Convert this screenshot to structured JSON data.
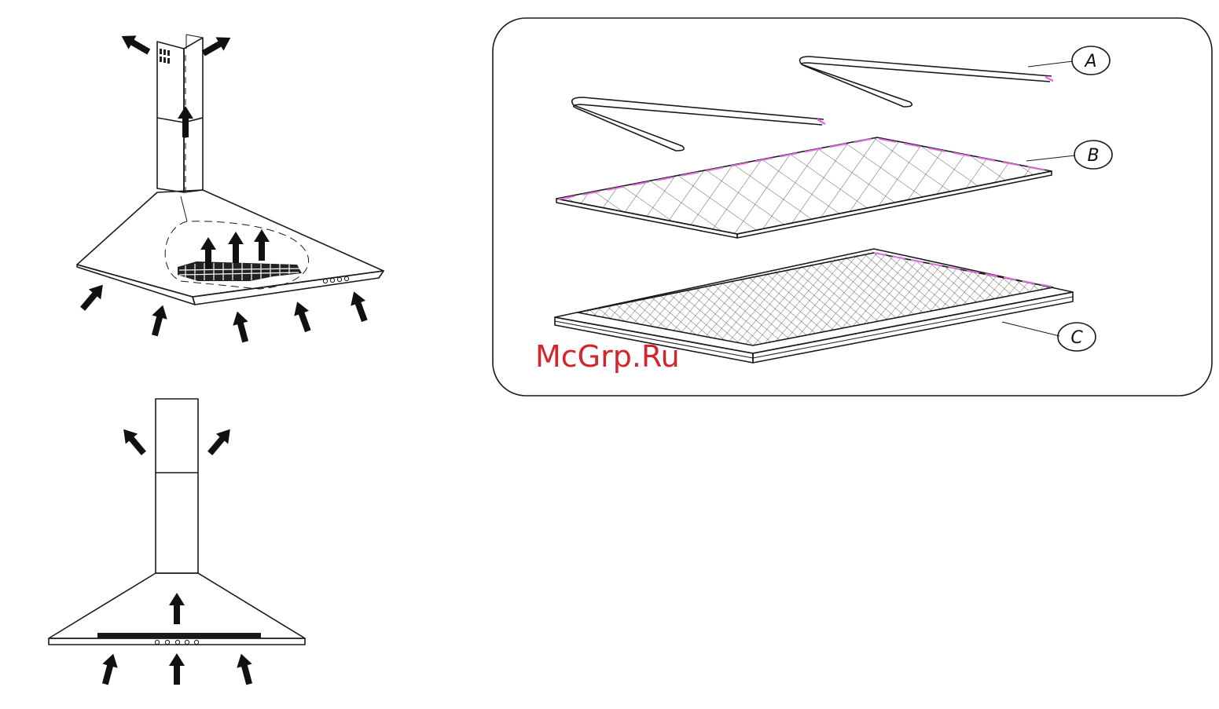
{
  "callouts": {
    "a": "A",
    "b": "B",
    "c": "C"
  },
  "watermark": "McGrp.Ru",
  "colors": {
    "ink": "#1a1a1a",
    "accent": "#e070e0",
    "watermark": "#d4252c",
    "background": "#ffffff"
  }
}
